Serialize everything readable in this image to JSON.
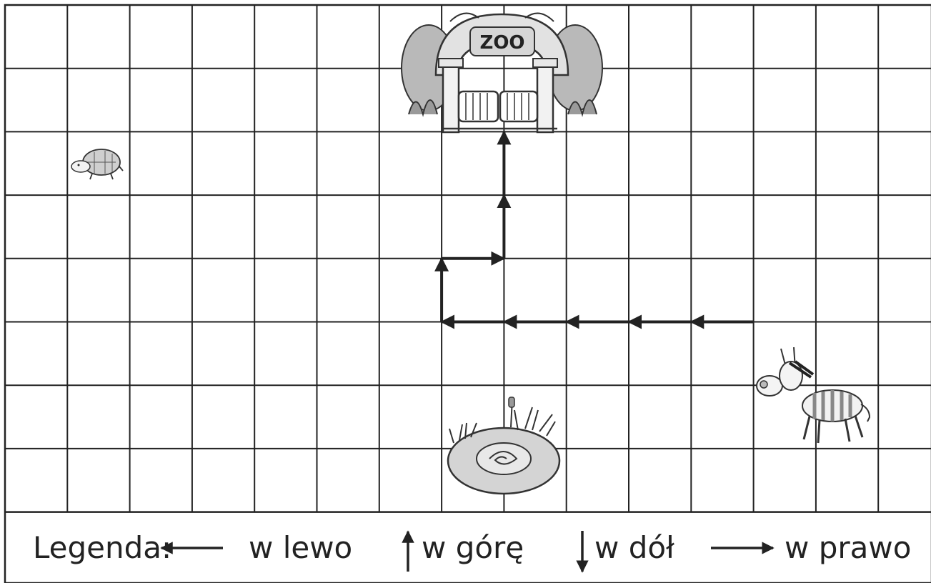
{
  "grid": {
    "columns": 15,
    "rows": 8
  },
  "pictures": [
    {
      "name": "zoo-gate-icon",
      "sign_text": "ZOO"
    },
    {
      "name": "turtle-icon"
    },
    {
      "name": "zebra-icon"
    },
    {
      "name": "pond-icon"
    }
  ],
  "path": {
    "description": "arrows",
    "steps": [
      "left",
      "left",
      "left",
      "left",
      "left",
      "up",
      "right",
      "up",
      "up"
    ]
  },
  "legend": {
    "title": "Legenda:",
    "items": [
      {
        "direction": "left",
        "label": "w lewo"
      },
      {
        "direction": "up",
        "label": "w górę"
      },
      {
        "direction": "down",
        "label": "w dół"
      },
      {
        "direction": "right",
        "label": "w prawo"
      }
    ]
  }
}
